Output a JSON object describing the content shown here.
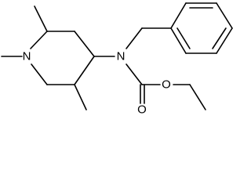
{
  "structure": {
    "atoms": {
      "ring_nitrogen": "N",
      "carbamate_nitrogen": "N",
      "carbonyl_oxygen": "O",
      "ester_oxygen": "O"
    },
    "colors": {
      "bond": "#000000",
      "label": "#000000",
      "background": "#ffffff"
    }
  }
}
